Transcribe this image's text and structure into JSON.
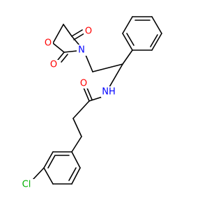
{
  "molecule": {
    "labels": {
      "o_ring_carbonyl": "O",
      "n_ring": "N",
      "o_ring": "O",
      "o_ring_carbonyl_2": "O",
      "o_amide": "O",
      "nh_amide": "NH",
      "cl": "Cl"
    },
    "colors": {
      "oxygen": "#ff0000",
      "nitrogen": "#0000ff",
      "chlorine": "#00b000",
      "bond": "#000000"
    }
  }
}
